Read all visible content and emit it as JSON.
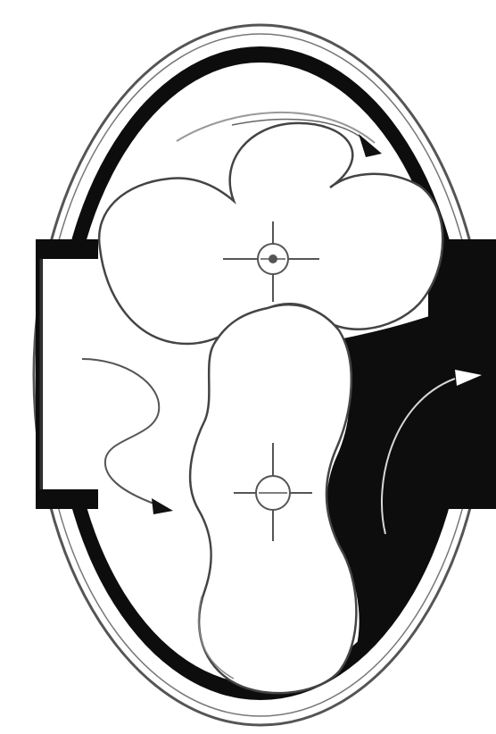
{
  "diagram": {
    "colors": {
      "background": "#ffffff",
      "ink": "#111111",
      "fill_dark": "#0d0d0d",
      "line": "#444444"
    },
    "parts": {
      "outer_ring": "outer-casing-ring",
      "casing": "inner-casing",
      "upper_rotor": "upper-lobed-rotor",
      "lower_rotor": "lower-lobed-rotor",
      "inlet_port": "left-port",
      "outlet_port": "right-port",
      "flow_arrows": [
        "inlet-flow-arrow",
        "outlet-flow-arrow",
        "top-flow-arrow"
      ],
      "shaft_markers": [
        "upper-shaft-crosshair",
        "lower-shaft-crosshair"
      ]
    }
  }
}
